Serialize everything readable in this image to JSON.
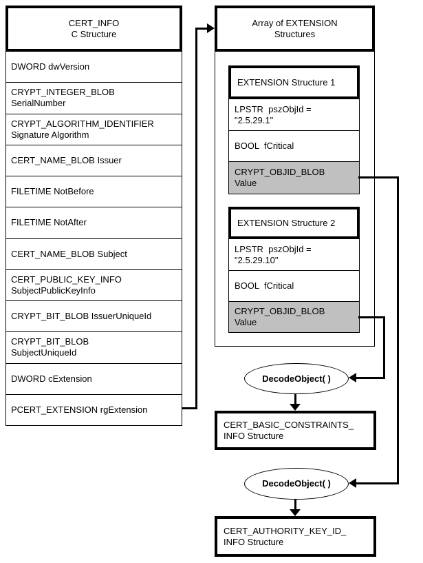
{
  "colors": {
    "line": "#000000",
    "gray_fill": "#c0c0c0",
    "background": "#ffffff"
  },
  "cert_info": {
    "title": "CERT_INFO\nC Structure",
    "rows": [
      "DWORD dwVersion",
      "CRYPT_INTEGER_BLOB\nSerialNumber",
      "CRYPT_ALGORITHM_IDENTIFIER\nSignature Algorithm",
      "CERT_NAME_BLOB Issuer",
      "FILETIME NotBefore",
      "FILETIME NotAfter",
      "CERT_NAME_BLOB Subject",
      "CERT_PUBLIC_KEY_INFO\nSubjectPublicKeyInfo",
      "CRYPT_BIT_BLOB IssuerUniqueId",
      "CRYPT_BIT_BLOB\nSubjectUniqueId",
      "DWORD cExtension",
      "PCERT_EXTENSION rgExtension"
    ]
  },
  "extension_array": {
    "title": "Array of EXTENSION\nStructures",
    "structures": [
      {
        "title": "EXTENSION Structure 1",
        "rows": [
          "LPSTR  pszObjId =\n\"2.5.29.1\"",
          "BOOL  fCritical",
          "CRYPT_OBJID_BLOB\nValue"
        ]
      },
      {
        "title": "EXTENSION Structure 2",
        "rows": [
          "LPSTR  pszObjId =\n\"2.5.29.10\"",
          "BOOL  fCritical",
          "CRYPT_OBJID_BLOB\nValue"
        ]
      }
    ]
  },
  "decode_calls": [
    {
      "label": "DecodeObject( )"
    },
    {
      "label": "DecodeObject( )"
    }
  ],
  "outputs": [
    {
      "label": "CERT_BASIC_CONSTRAINTS_\nINFO Structure"
    },
    {
      "label": "CERT_AUTHORITY_KEY_ID_\nINFO Structure"
    }
  ]
}
